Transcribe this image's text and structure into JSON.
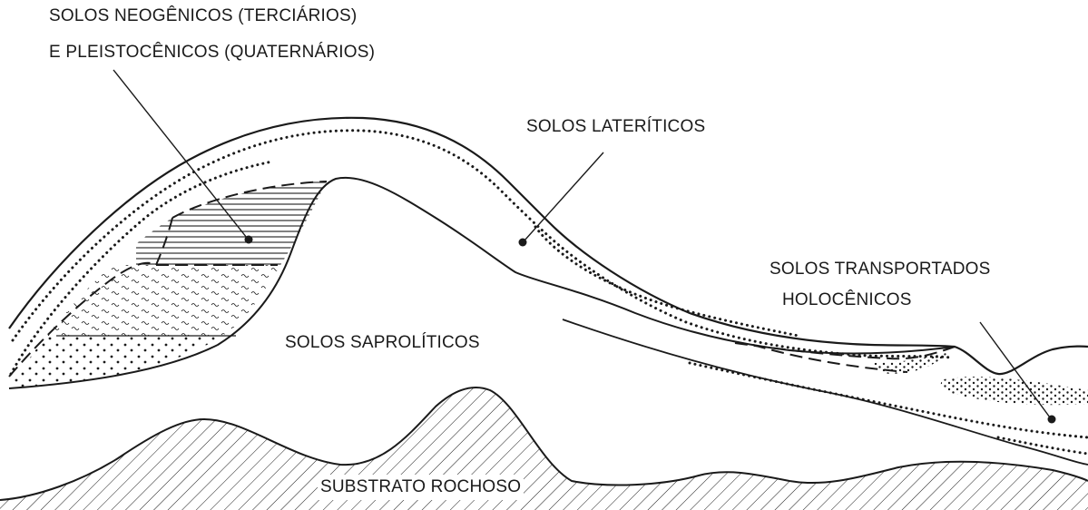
{
  "labels": {
    "neogenic_line1": "SOLOS NEOGÊNICOS (TERCIÁRIOS)",
    "neogenic_line2": "E PLEISTOCÊNICOS (QUATERNÁRIOS)",
    "lateritic": "SOLOS LATERÍTICOS",
    "transported_line1": "SOLOS TRANSPORTADOS",
    "transported_line2": "HOLOCÊNICOS",
    "saprolitic": "SOLOS SAPROLÍTICOS",
    "bedrock": "SUBSTRATO ROCHOSO"
  },
  "colors": {
    "ink": "#1a1a1a",
    "background": "#ffffff"
  }
}
